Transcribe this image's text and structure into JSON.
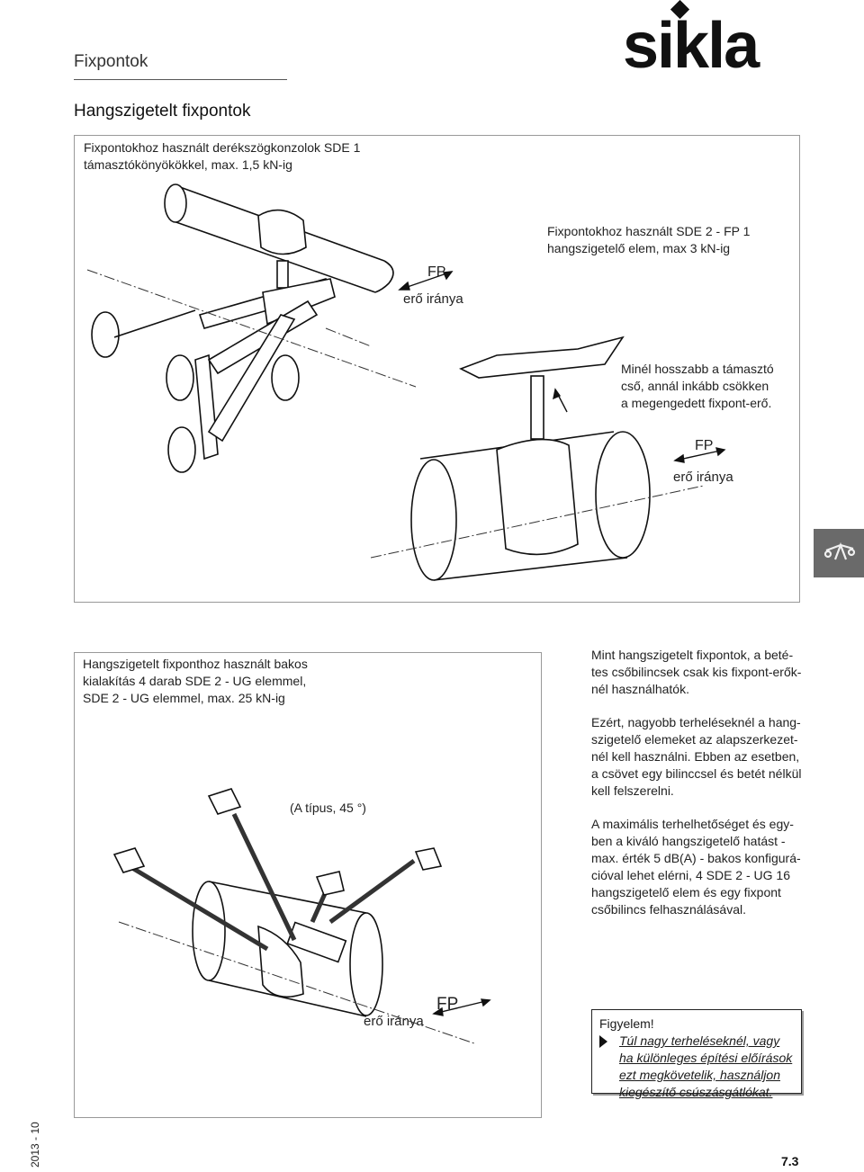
{
  "header": {
    "section_title": "Fixpontok",
    "logo_text": "sikla"
  },
  "page_title": "Hangszigetelt fixpontok",
  "figure1": {
    "caption_left": [
      "Fixpontokhoz használt derékszögkonzolok SDE 1",
      "támasztókönyökökkel, max. 1,5 kN-ig"
    ],
    "caption_right": [
      "Fixpontokhoz használt SDE 2 - FP 1",
      "hangszigetelő elem, max 3 kN-ig"
    ],
    "fp_label_1": "FP",
    "force_label_1": "erő iránya",
    "note": [
      "Minél hosszabb a támasztó",
      "cső, annál inkább csökken",
      "a megengedett fixpont-erő."
    ],
    "fp_label_2": "FP",
    "force_label_2": "erő iránya"
  },
  "figure2": {
    "caption": [
      "Hangszigetelt fixponthoz használt bakos",
      "kialakítás 4 darab SDE 2 - UG elemmel,",
      "SDE 2 - UG elemmel, max. 25 kN-ig"
    ],
    "type_label": "(A típus, 45 °)",
    "force_label": "erő iránya",
    "fp_label": "FP"
  },
  "right_column": {
    "para1": [
      "Mint hangszigetelt fixpontok, a beté-",
      "tes csőbilincsek csak kis fixpont-erők-",
      "nél használhatók."
    ],
    "para2": [
      "Ezért, nagyobb terheléseknél a hang-",
      "szigetelő elemeket az alapszerkezet-",
      "nél kell használni. Ebben az esetben,",
      "a csövet egy bilinccsel és betét nélkül",
      "kell felszerelni."
    ],
    "para3": [
      "A maximális terhelhetőséget és egy-",
      "ben a kiváló hangszigetelő hatást -",
      "max. érték 5 dB(A) - bakos konfigurá-",
      "cióval lehet elérni, 4 SDE 2 - UG 16",
      "hangszigetelő elem és egy fixpont",
      "csőbilincs felhasználásával."
    ]
  },
  "notice": {
    "title": "Figyelem!",
    "body": [
      "Túl nagy terheléseknél, vagy",
      "ha különleges építési előírások",
      "ezt megkövetelik, használjon",
      "kiegészítő csúszásgátlókat."
    ]
  },
  "footer": {
    "date": "2013 - 10",
    "page_number": "7.3"
  }
}
